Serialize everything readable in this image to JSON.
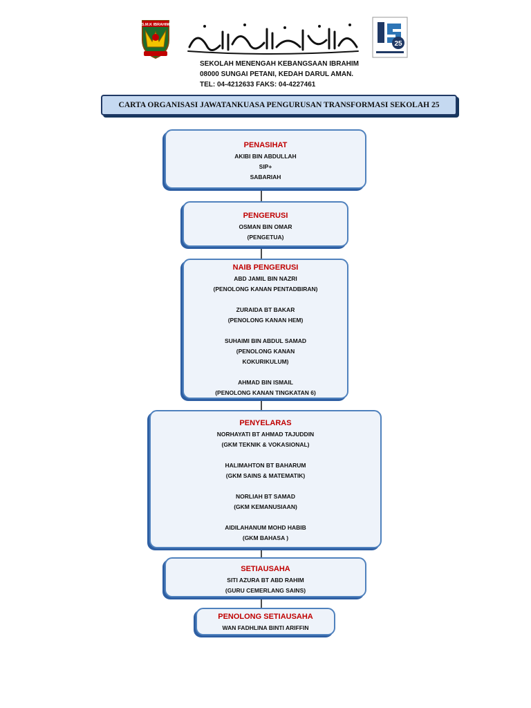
{
  "header": {
    "crest_text": "S.M.K IBRAHIM",
    "logo_text": "25",
    "address": [
      "SEKOLAH MENENGAH KEBANGSAAN IBRAHIM",
      "08000 SUNGAI PETANI, KEDAH DARUL AMAN.",
      "TEL:  04-4212633   FAKS:  04-4227461"
    ]
  },
  "banner": "CARTA ORGANISASI JAWATANKUASA PENGURUSAN TRANSFORMASI SEKOLAH 25",
  "boxes": [
    {
      "title": "PENASIHAT",
      "lines": [
        "AKIBI BIN ABDULLAH",
        "SIP+",
        "SABARIAH"
      ]
    },
    {
      "title": "PENGERUSI",
      "lines": [
        "OSMAN BIN OMAR",
        "(PENGETUA)"
      ]
    },
    {
      "title": "NAIB PENGERUSI",
      "lines": [
        "ABD JAMIL BIN NAZRI",
        "(PENOLONG KANAN PENTADBIRAN)",
        "",
        "ZURAIDA BT BAKAR",
        "(PENOLONG KANAN HEM)",
        "",
        "SUHAIMI BIN ABDUL SAMAD",
        "(PENOLONG KANAN",
        "KOKURIKULUM)",
        "",
        "AHMAD BIN ISMAIL",
        "(PENOLONG KANAN TINGKATAN 6)"
      ]
    },
    {
      "title": "PENYELARAS",
      "lines": [
        "NORHAYATI BT AHMAD TAJUDDIN",
        "(GKM TEKNIK & VOKASIONAL)",
        "",
        "HALIMAHTON BT BAHARUM",
        "(GKM SAINS & MATEMATIK)",
        "",
        "NORLIAH BT SAMAD",
        "(GKM KEMANUSIAAN)",
        "",
        "AIDILAHANUM MOHD HABIB",
        "(GKM BAHASA )"
      ]
    },
    {
      "title": "SETIAUSAHA",
      "lines": [
        "SITI AZURA BT ABD RAHIM",
        "(GURU CEMERLANG SAINS)"
      ]
    },
    {
      "title": "PENOLONG SETIAUSAHA",
      "lines": [
        "WAN FADHLINA BINTI ARIFFIN"
      ]
    }
  ]
}
